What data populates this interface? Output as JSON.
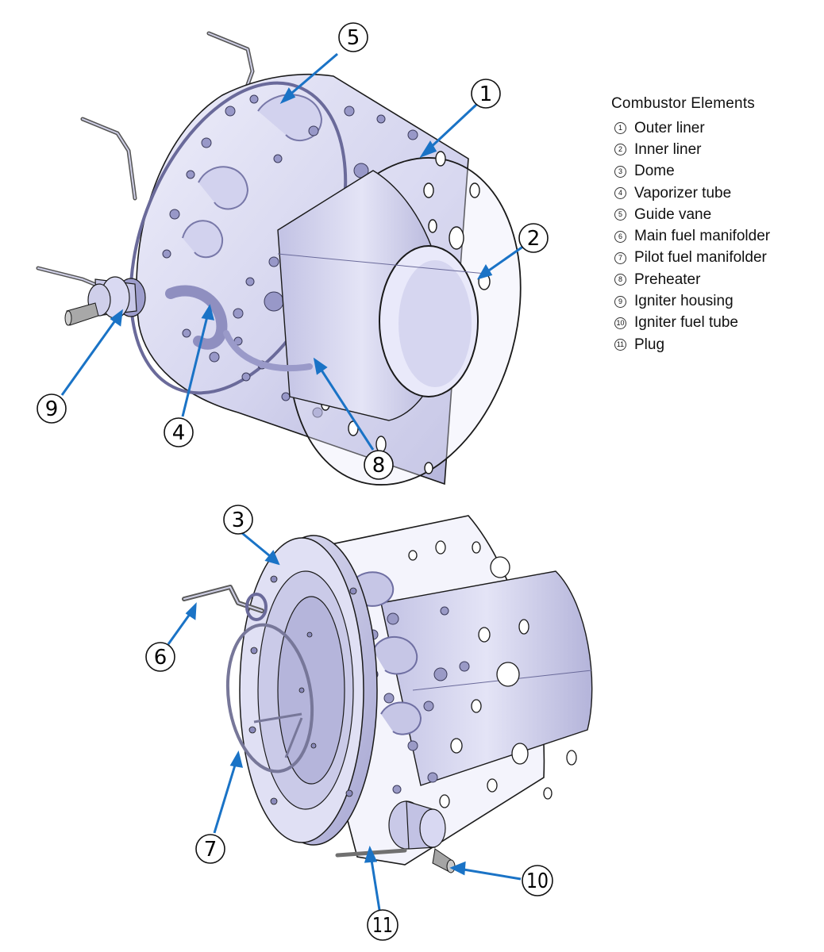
{
  "legend": {
    "title": "Combustor Elements",
    "items": [
      {
        "num": "1",
        "label": "Outer liner"
      },
      {
        "num": "2",
        "label": "Inner liner"
      },
      {
        "num": "3",
        "label": "Dome"
      },
      {
        "num": "4",
        "label": "Vaporizer tube"
      },
      {
        "num": "5",
        "label": "Guide vane"
      },
      {
        "num": "6",
        "label": "Main fuel manifolder"
      },
      {
        "num": "7",
        "label": "Pilot fuel manifolder"
      },
      {
        "num": "8",
        "label": "Preheater"
      },
      {
        "num": "9",
        "label": "Igniter housing"
      },
      {
        "num": "10",
        "label": "Igniter fuel tube"
      },
      {
        "num": "11",
        "label": "Plug"
      }
    ]
  },
  "callouts": {
    "c1": "1",
    "c2": "2",
    "c3": "3",
    "c4": "4",
    "c5": "5",
    "c6": "6",
    "c7": "7",
    "c8": "8",
    "c9": "9",
    "c10": "10",
    "c11": "11"
  },
  "colors": {
    "body_fill": "#dcdcf2",
    "body_dark": "#a9a9d4",
    "inner_fill": "#c5c5e6",
    "outline": "#1a1a1a",
    "leader": "#1a73c6"
  }
}
